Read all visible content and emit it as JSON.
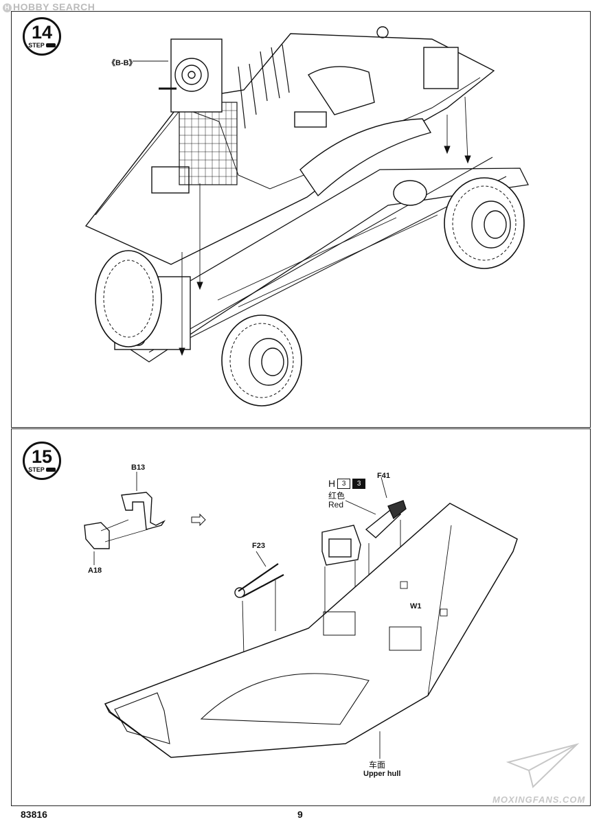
{
  "watermark": {
    "text": "HOBBY SEARCH",
    "logo_letter": "H"
  },
  "step14": {
    "number": "14",
    "step_word": "STEP",
    "section_label": "《B-B》"
  },
  "step15": {
    "number": "15",
    "step_word": "STEP",
    "paint_letter": "H",
    "paint_code_1": "3",
    "paint_code_2": "3",
    "parts": {
      "b13": "B13",
      "a18": "A18",
      "f41": "F41",
      "f23": "F23",
      "w1": "W1"
    },
    "color_cn": "红色",
    "color_en": "Red",
    "hull_cn": "车面",
    "hull_en": "Upper hull"
  },
  "footer": {
    "kit_number": "83816",
    "page_number": "9"
  },
  "site_watermark": "MOXINGFANS.COM",
  "colors": {
    "ink": "#111111",
    "watermark": "#c7c7c7"
  }
}
